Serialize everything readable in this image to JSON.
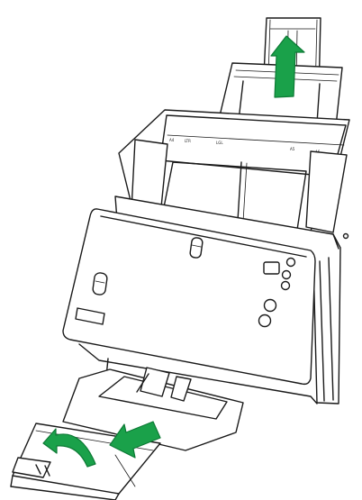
{
  "figure": {
    "subject": "document scanner with extended input paper chute and output tray",
    "colors": {
      "line": "#1a1a1a",
      "arrow": "#1aa14a",
      "arrow_edge": "#0d7a35",
      "background": "#ffffff"
    },
    "arrows": [
      {
        "name": "up-arrow",
        "meaning": "pull input tray extension up"
      },
      {
        "name": "down-left-arrow",
        "meaning": "pull output tray extension out"
      },
      {
        "name": "curved-arrow",
        "meaning": "flip up paper stopper"
      }
    ]
  }
}
